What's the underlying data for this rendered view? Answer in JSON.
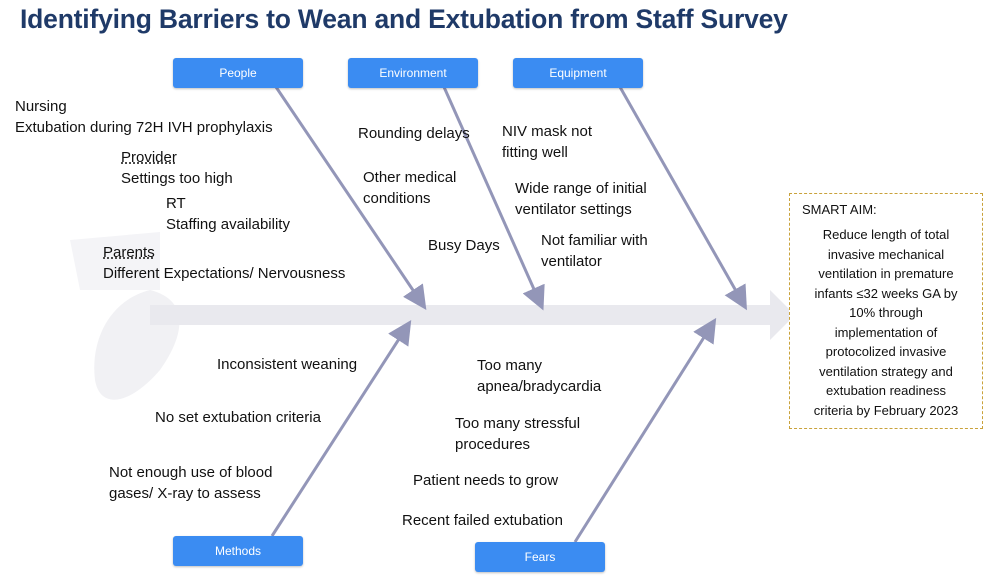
{
  "title": "Identifying Barriers to Wean and Extubation from Staff Survey",
  "categories": {
    "people": "People",
    "environment": "Environment",
    "equipment": "Equipment",
    "methods": "Methods",
    "fears": "Fears"
  },
  "people_causes": {
    "nursing_header": "Nursing",
    "nursing_item": "Extubation during 72H IVH prophylaxis",
    "provider_header": "Provider",
    "provider_item": "Settings too high",
    "rt_header": "RT",
    "rt_item": "Staffing availability",
    "parents_header": "Parents",
    "parents_item": "Different Expectations/ Nervousness"
  },
  "environment_causes": {
    "rounding": "Rounding delays",
    "other_medical_1": "Other medical",
    "other_medical_2": "conditions",
    "busy_days": "Busy Days"
  },
  "equipment_causes": {
    "niv_1": "NIV mask not",
    "niv_2": "fitting well",
    "range_1": "Wide range of initial",
    "range_2": "ventilator settings",
    "familiar_1": "Not familiar with",
    "familiar_2": "ventilator"
  },
  "methods_causes": {
    "inconsistent": "Inconsistent weaning",
    "no_criteria": "No set extubation criteria",
    "blood_gases_1": "Not enough use of blood",
    "blood_gases_2": "gases/ X-ray to assess"
  },
  "fears_causes": {
    "apnea_1": "Too many",
    "apnea_2": "apnea/bradycardia",
    "stressful_1": "Too many stressful",
    "stressful_2": "procedures",
    "grow": "Patient needs to grow",
    "failed": "Recent failed extubation"
  },
  "aim": {
    "title": "SMART AIM:",
    "lines": [
      "Reduce length of total",
      "invasive mechanical",
      "ventilation in premature",
      "infants ≤32 weeks GA by",
      "10% through",
      "implementation of",
      "protocolized invasive",
      "ventilation strategy and",
      "extubation readiness",
      "criteria by February 2023"
    ]
  },
  "colors": {
    "title": "#1f3a68",
    "category_box": "#3b8cf2",
    "bone": "#9396b8",
    "spine": "#e9e9ee",
    "aim_border": "#c9a23b"
  }
}
